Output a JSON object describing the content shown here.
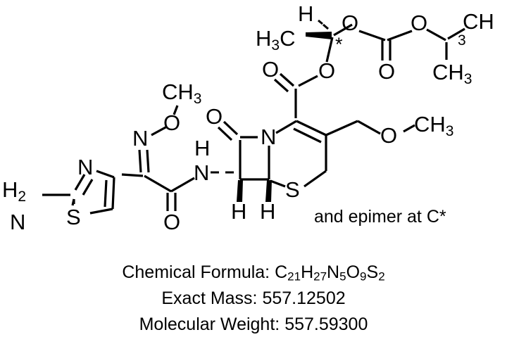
{
  "diagram": {
    "type": "chemical-structure",
    "compound_hint": "cephalosporin ester (cefpodoxime proxetil)",
    "background_color": "#ffffff",
    "line_color": "#000000",
    "note": "and epimer at C*"
  },
  "atom_labels": {
    "amine_h2": "H",
    "amine_h2_sub": "2",
    "amine_n": "N",
    "thiazole_n": "N",
    "thiazole_s": "S",
    "oxime_n": "N",
    "oxime_o": "O",
    "oxime_methyl": "CH",
    "oxime_methyl_sub": "3",
    "amide_o": "O",
    "amide_n": "N",
    "amide_h": "H",
    "lactam_o": "O",
    "lactam_n": "N",
    "h_left": "H",
    "h_right": "H",
    "ring_s": "S",
    "exo_o": "O",
    "exo_methyl": "CH",
    "exo_methyl_sub": "3",
    "ester_carbonyl_o": "O",
    "ester_o": "O",
    "chiral_h": "H",
    "chiral_methyl": "H",
    "chiral_methyl_sub": "3",
    "chiral_methyl_c": "C",
    "chiral_star": "*",
    "chiral_o": "O",
    "carbonate_o_left": "O",
    "carbonate_carbonyl_o": "O",
    "carbonate_o_right": "O",
    "isopropyl_ch": "CH",
    "isopropyl_ch_sub": "3",
    "isopropyl_methyl": "CH",
    "isopropyl_methyl_sub": "3"
  },
  "footer": {
    "formula_label": "Chemical Formula: ",
    "formula": {
      "parts": [
        {
          "element": "C",
          "count": "21"
        },
        {
          "element": "H",
          "count": "27"
        },
        {
          "element": "N",
          "count": "5"
        },
        {
          "element": "O",
          "count": "9"
        },
        {
          "element": "S",
          "count": "2"
        }
      ]
    },
    "exact_mass_label": "Exact Mass: ",
    "exact_mass": "557.12502",
    "molecular_weight_label": "Molecular Weight: ",
    "molecular_weight": "557.59300"
  }
}
